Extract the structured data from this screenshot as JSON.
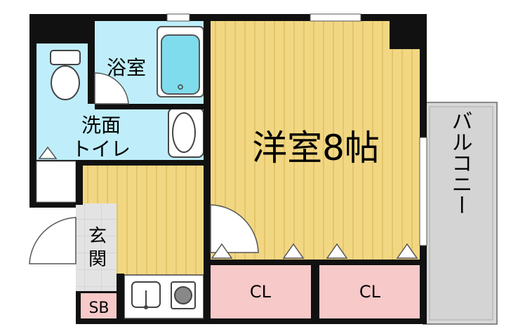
{
  "rooms": {
    "bath": "浴室",
    "washroom_line1": "洗面",
    "washroom_line2": "トイレ",
    "western_room": "洋室8帖",
    "entrance": "玄関",
    "shoe_box": "SB",
    "closet_left": "CL",
    "closet_right": "CL",
    "balcony": "バルコニー"
  },
  "colors": {
    "wall": "#111111",
    "floor_wood": "#f2d783",
    "floor_wood_stripe": "#e3c56a",
    "wet_area": "#bfeefa",
    "closet": "#f7c9c9",
    "balcony": "#d8d8d8",
    "entrance_tile": "#e0e0e0"
  }
}
